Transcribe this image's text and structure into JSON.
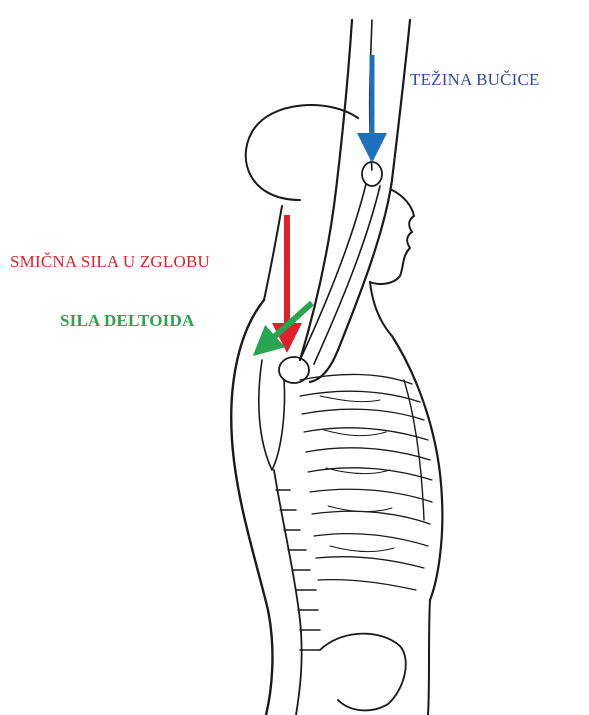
{
  "labels": {
    "dumbbell_weight": "TEŽINA BUČICE",
    "joint_shear_force": "SMIČNA SILA U ZGLOBU",
    "deltoid_force": "SILA DELTOIDA"
  },
  "colors": {
    "dumbbell_weight": "#2f4f9e",
    "dumbbell_arrow": "#1f6fc0",
    "joint_shear_force": "#e0202a",
    "deltoid_force": "#27a550",
    "line_art": "#1a1a1a"
  }
}
